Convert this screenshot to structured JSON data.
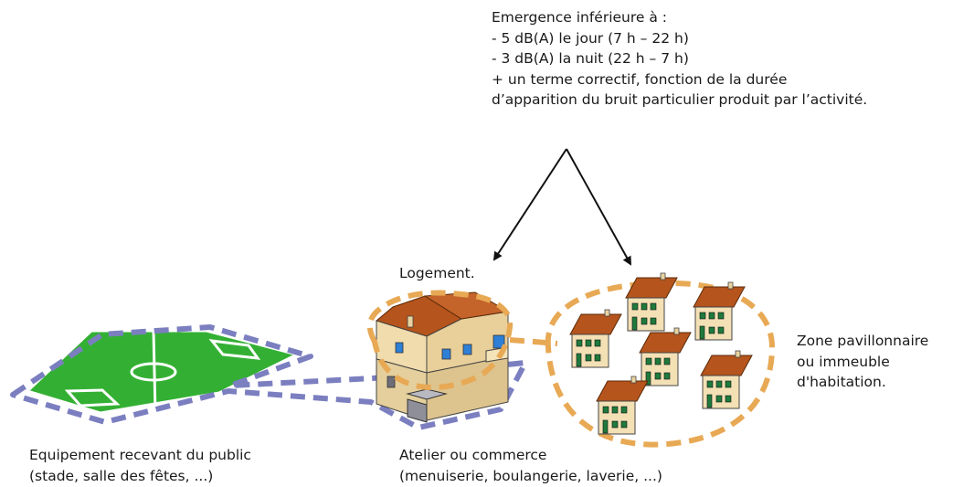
{
  "emergence_note": {
    "lines": [
      "Emergence inférieure à :",
      "- 5 dB(A) le jour (7 h – 22 h)",
      "- 3 dB(A) la nuit (22 h – 7 h)",
      "+ un terme correctif, fonction de la durée",
      "d’apparition du bruit particulier produit par l’activité."
    ]
  },
  "labels": {
    "logement": "Logement.",
    "zone": [
      "Zone pavillonnaire",
      "ou immeuble",
      "d'habitation."
    ],
    "equipement": [
      "Equipement recevant du public",
      "(stade, salle des fêtes, ...)"
    ],
    "atelier": [
      "Atelier ou commerce",
      "(menuiserie, boulangerie, laverie, ...)"
    ]
  },
  "colors": {
    "dashed_blue": "#7b7fc0",
    "dashed_orange": "#e8a955",
    "field_green": "#33b033",
    "roof": "#b5541c",
    "wall": "#f1dcae",
    "window": "#1f7a3c"
  }
}
